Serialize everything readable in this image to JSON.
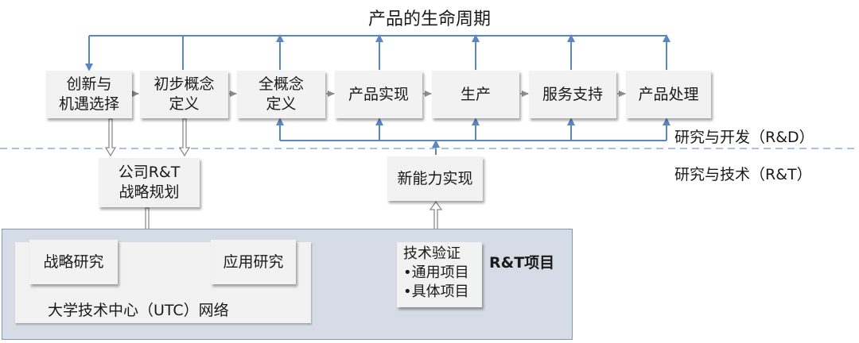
{
  "title": "产品的生命周期",
  "lifecycle_boxes": [
    "创新与\n机遇选择",
    "初步概念\n定义",
    "全概念\n定义",
    "产品实现",
    "生产",
    "服务支持",
    "产品处理"
  ],
  "rd_label": "研究与开发（R&D）",
  "rt_label": "研究与技术（R&T）",
  "strategy_box": "公司R&T\n战略规划",
  "new_capability_box": "新能力实现",
  "strategic_research": "战略研究",
  "applied_research": "应用研究",
  "utc_network": "大学技术中心（UTC）网络",
  "tech_validation": {
    "title": "技术验证",
    "items": [
      "•通用项目",
      "•具体项目"
    ]
  },
  "rt_project": "R&T项目",
  "colors": {
    "blue_line": "#5b86c0",
    "gray_arrow": "#a6a6a6",
    "box_fill": "#f2f2f2",
    "region_fill": "#d6dce5"
  }
}
